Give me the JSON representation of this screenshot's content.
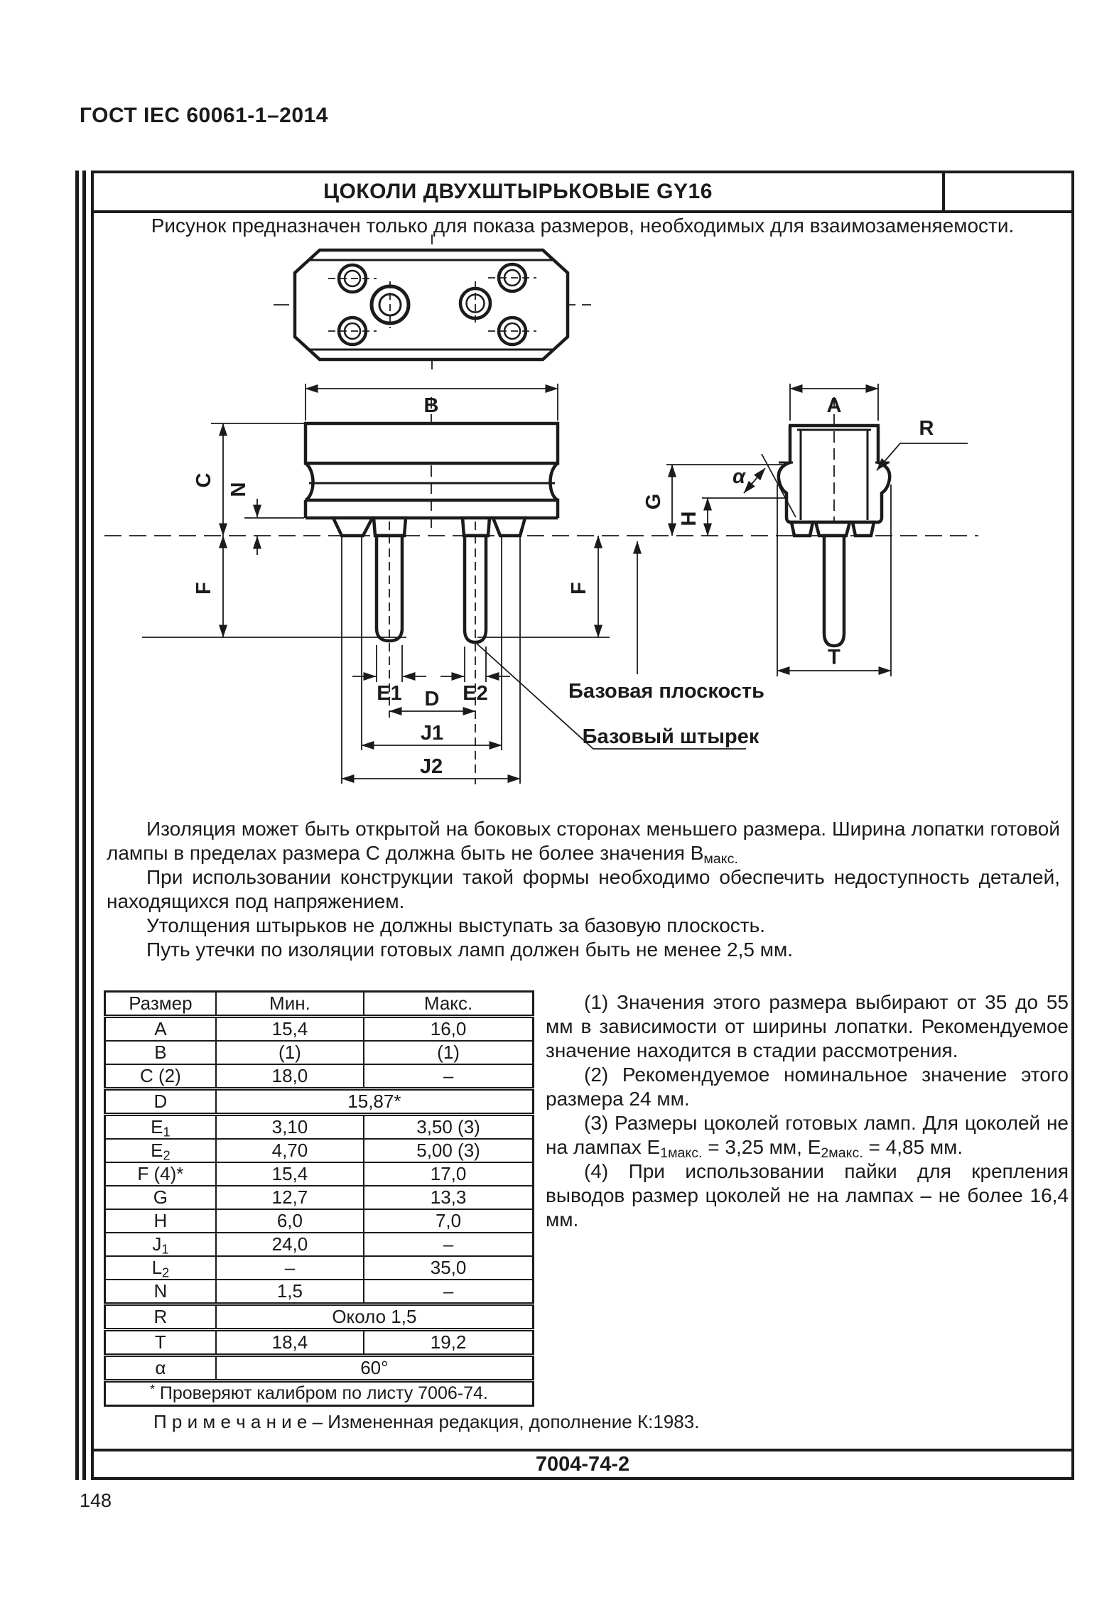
{
  "page": {
    "standard_ref": "ГОСТ IEC 60061-1–2014",
    "page_number": "148"
  },
  "sheet": {
    "title": "ЦОКОЛИ ДВУХШТЫРЬКОВЫЕ GY16",
    "subtitle": "Рисунок предназначен только для показа размеров, необходимых для взаимозаменяемости.",
    "sheet_code": "7004-74-2",
    "paragraphs": [
      [
        {
          "t": "Изоляция может быть открытой на боковых сторонах меньшего размера. Ширина лопатки готовой лампы в пределах размера C должна быть не более значения B"
        },
        {
          "sub": "макс."
        }
      ],
      [
        {
          "t": "При использовании конструкции такой формы необходимо обеспечить недоступность деталей, находящихся под напряжением."
        }
      ],
      [
        {
          "t": "Утолщения штырьков не должны выступать за базовую плоскость."
        }
      ],
      [
        {
          "t": "Путь утечки по изоляции готовых ламп должен быть не менее 2,5 мм."
        }
      ]
    ],
    "note": "П р и м е ч а н и е  –  Измененная редакция, дополнение К:1983."
  },
  "drawing": {
    "labels": {
      "A": "A",
      "B": "B",
      "C": "C",
      "D": "D",
      "E1": "E1",
      "E2": "E2",
      "F": "F",
      "G": "G",
      "H": "H",
      "J1": "J1",
      "J2": "J2",
      "N": "N",
      "R": "R",
      "T": "T",
      "alpha": "α",
      "base_plane": "Базовая плоскость",
      "base_pin": "Базовый штырек"
    }
  },
  "table": {
    "headers": [
      "Размер",
      "Мин.",
      "Макс."
    ],
    "rows": [
      {
        "label": [
          {
            "t": "A"
          }
        ],
        "min": "15,4",
        "max": "16,0"
      },
      {
        "label": [
          {
            "t": "B"
          }
        ],
        "min": "(1)",
        "max": "(1)"
      },
      {
        "label": [
          {
            "t": "C (2)"
          }
        ],
        "min": "18,0",
        "max": "–"
      },
      {
        "label": [
          {
            "t": "D"
          }
        ],
        "span": "15,87*"
      },
      {
        "label": [
          {
            "t": "E"
          },
          {
            "sub": "1"
          }
        ],
        "min": "3,10",
        "max": "3,50 (3)"
      },
      {
        "label": [
          {
            "t": "E"
          },
          {
            "sub": "2"
          }
        ],
        "min": "4,70",
        "max": "5,00 (3)"
      },
      {
        "label": [
          {
            "t": "F (4)*"
          }
        ],
        "min": "15,4",
        "max": "17,0"
      },
      {
        "label": [
          {
            "t": "G"
          }
        ],
        "min": "12,7",
        "max": "13,3"
      },
      {
        "label": [
          {
            "t": "H"
          }
        ],
        "min": "6,0",
        "max": "7,0"
      },
      {
        "label": [
          {
            "t": "J"
          },
          {
            "sub": "1"
          }
        ],
        "min": "24,0",
        "max": "–"
      },
      {
        "label": [
          {
            "t": "L"
          },
          {
            "sub": "2"
          }
        ],
        "min": "–",
        "max": "35,0"
      },
      {
        "label": [
          {
            "t": "N"
          }
        ],
        "min": "1,5",
        "max": "–"
      },
      {
        "label": [
          {
            "t": "R"
          }
        ],
        "span": "Около 1,5"
      },
      {
        "label": [
          {
            "t": "T"
          }
        ],
        "min": "18,4",
        "max": "19,2"
      },
      {
        "label": [
          {
            "t": "α"
          }
        ],
        "span": "60°"
      },
      {
        "footnote": [
          {
            "sup": "*"
          },
          {
            "t": " Проверяют калибром по листу 7006-74."
          }
        ]
      }
    ]
  },
  "notes": [
    [
      {
        "t": "(1) Значения этого размера выбирают от 35 до 55 мм в зависимости от ширины лопатки. Рекомендуемое значение находится в стадии рассмотрения."
      }
    ],
    [
      {
        "t": "(2) Рекомендуемое номинальное значение этого размера 24 мм."
      }
    ],
    [
      {
        "t": "(3) Размеры цоколей готовых ламп. Для цоколей не на лампах E"
      },
      {
        "sub": "1макс."
      },
      {
        "t": " = 3,25 мм, E"
      },
      {
        "sub": "2макс."
      },
      {
        "t": " = 4,85 мм."
      }
    ],
    [
      {
        "t": "(4) При использовании пайки для крепления выводов размер цоколей не на лампах – не более 16,4 мм."
      }
    ]
  ]
}
